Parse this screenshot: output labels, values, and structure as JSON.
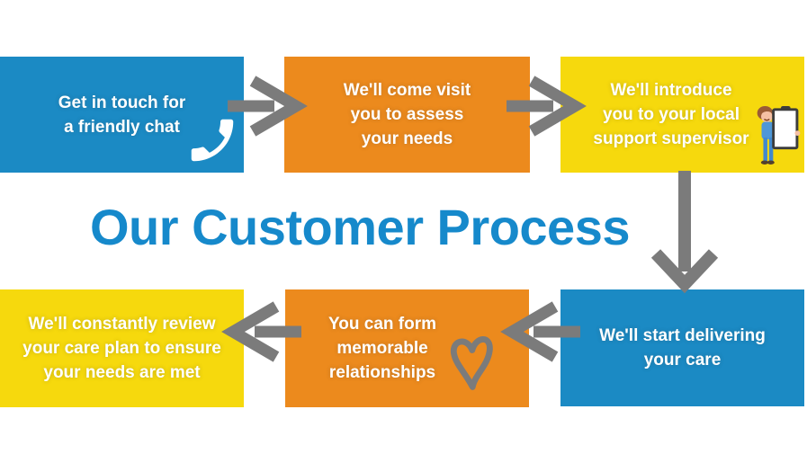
{
  "title": {
    "text": "Our Customer Process",
    "color": "#1689CB"
  },
  "palette": {
    "box_blue": "#1B8AC4",
    "box_orange": "#EC8A1D",
    "box_yellow": "#F6D90D",
    "arrow_gray": "#7B7B7B",
    "box_text": "#FFFFFF",
    "background": "#FFFFFF"
  },
  "steps": [
    {
      "name": "step-1",
      "color": "blue",
      "icon": "phone-icon",
      "lines": [
        "Get in touch for",
        "a friendly chat"
      ]
    },
    {
      "name": "step-2",
      "color": "orange",
      "icon": null,
      "lines": [
        "We'll come visit",
        "you to assess",
        "your needs"
      ]
    },
    {
      "name": "step-3",
      "color": "yellow",
      "icon": "supervisor-character",
      "lines": [
        "We'll introduce",
        "you to your local",
        "support supervisor"
      ]
    },
    {
      "name": "step-4",
      "color": "blue",
      "icon": null,
      "lines": [
        "We'll start delivering",
        "your care"
      ]
    },
    {
      "name": "step-5",
      "color": "orange",
      "icon": "heart-icon",
      "lines": [
        "You can form",
        "memorable",
        "relationships"
      ]
    },
    {
      "name": "step-6",
      "color": "yellow",
      "icon": null,
      "lines": [
        "We'll constantly review",
        "your care plan to ensure",
        "your needs are met"
      ]
    }
  ],
  "arrows": [
    {
      "name": "arrow-1",
      "direction": "right",
      "from": "step-1",
      "to": "step-2"
    },
    {
      "name": "arrow-2",
      "direction": "right",
      "from": "step-2",
      "to": "step-3"
    },
    {
      "name": "arrow-3",
      "direction": "down",
      "from": "step-3",
      "to": "step-4"
    },
    {
      "name": "arrow-4",
      "direction": "left",
      "from": "step-4",
      "to": "step-5"
    },
    {
      "name": "arrow-5",
      "direction": "left",
      "from": "step-5",
      "to": "step-6"
    }
  ]
}
